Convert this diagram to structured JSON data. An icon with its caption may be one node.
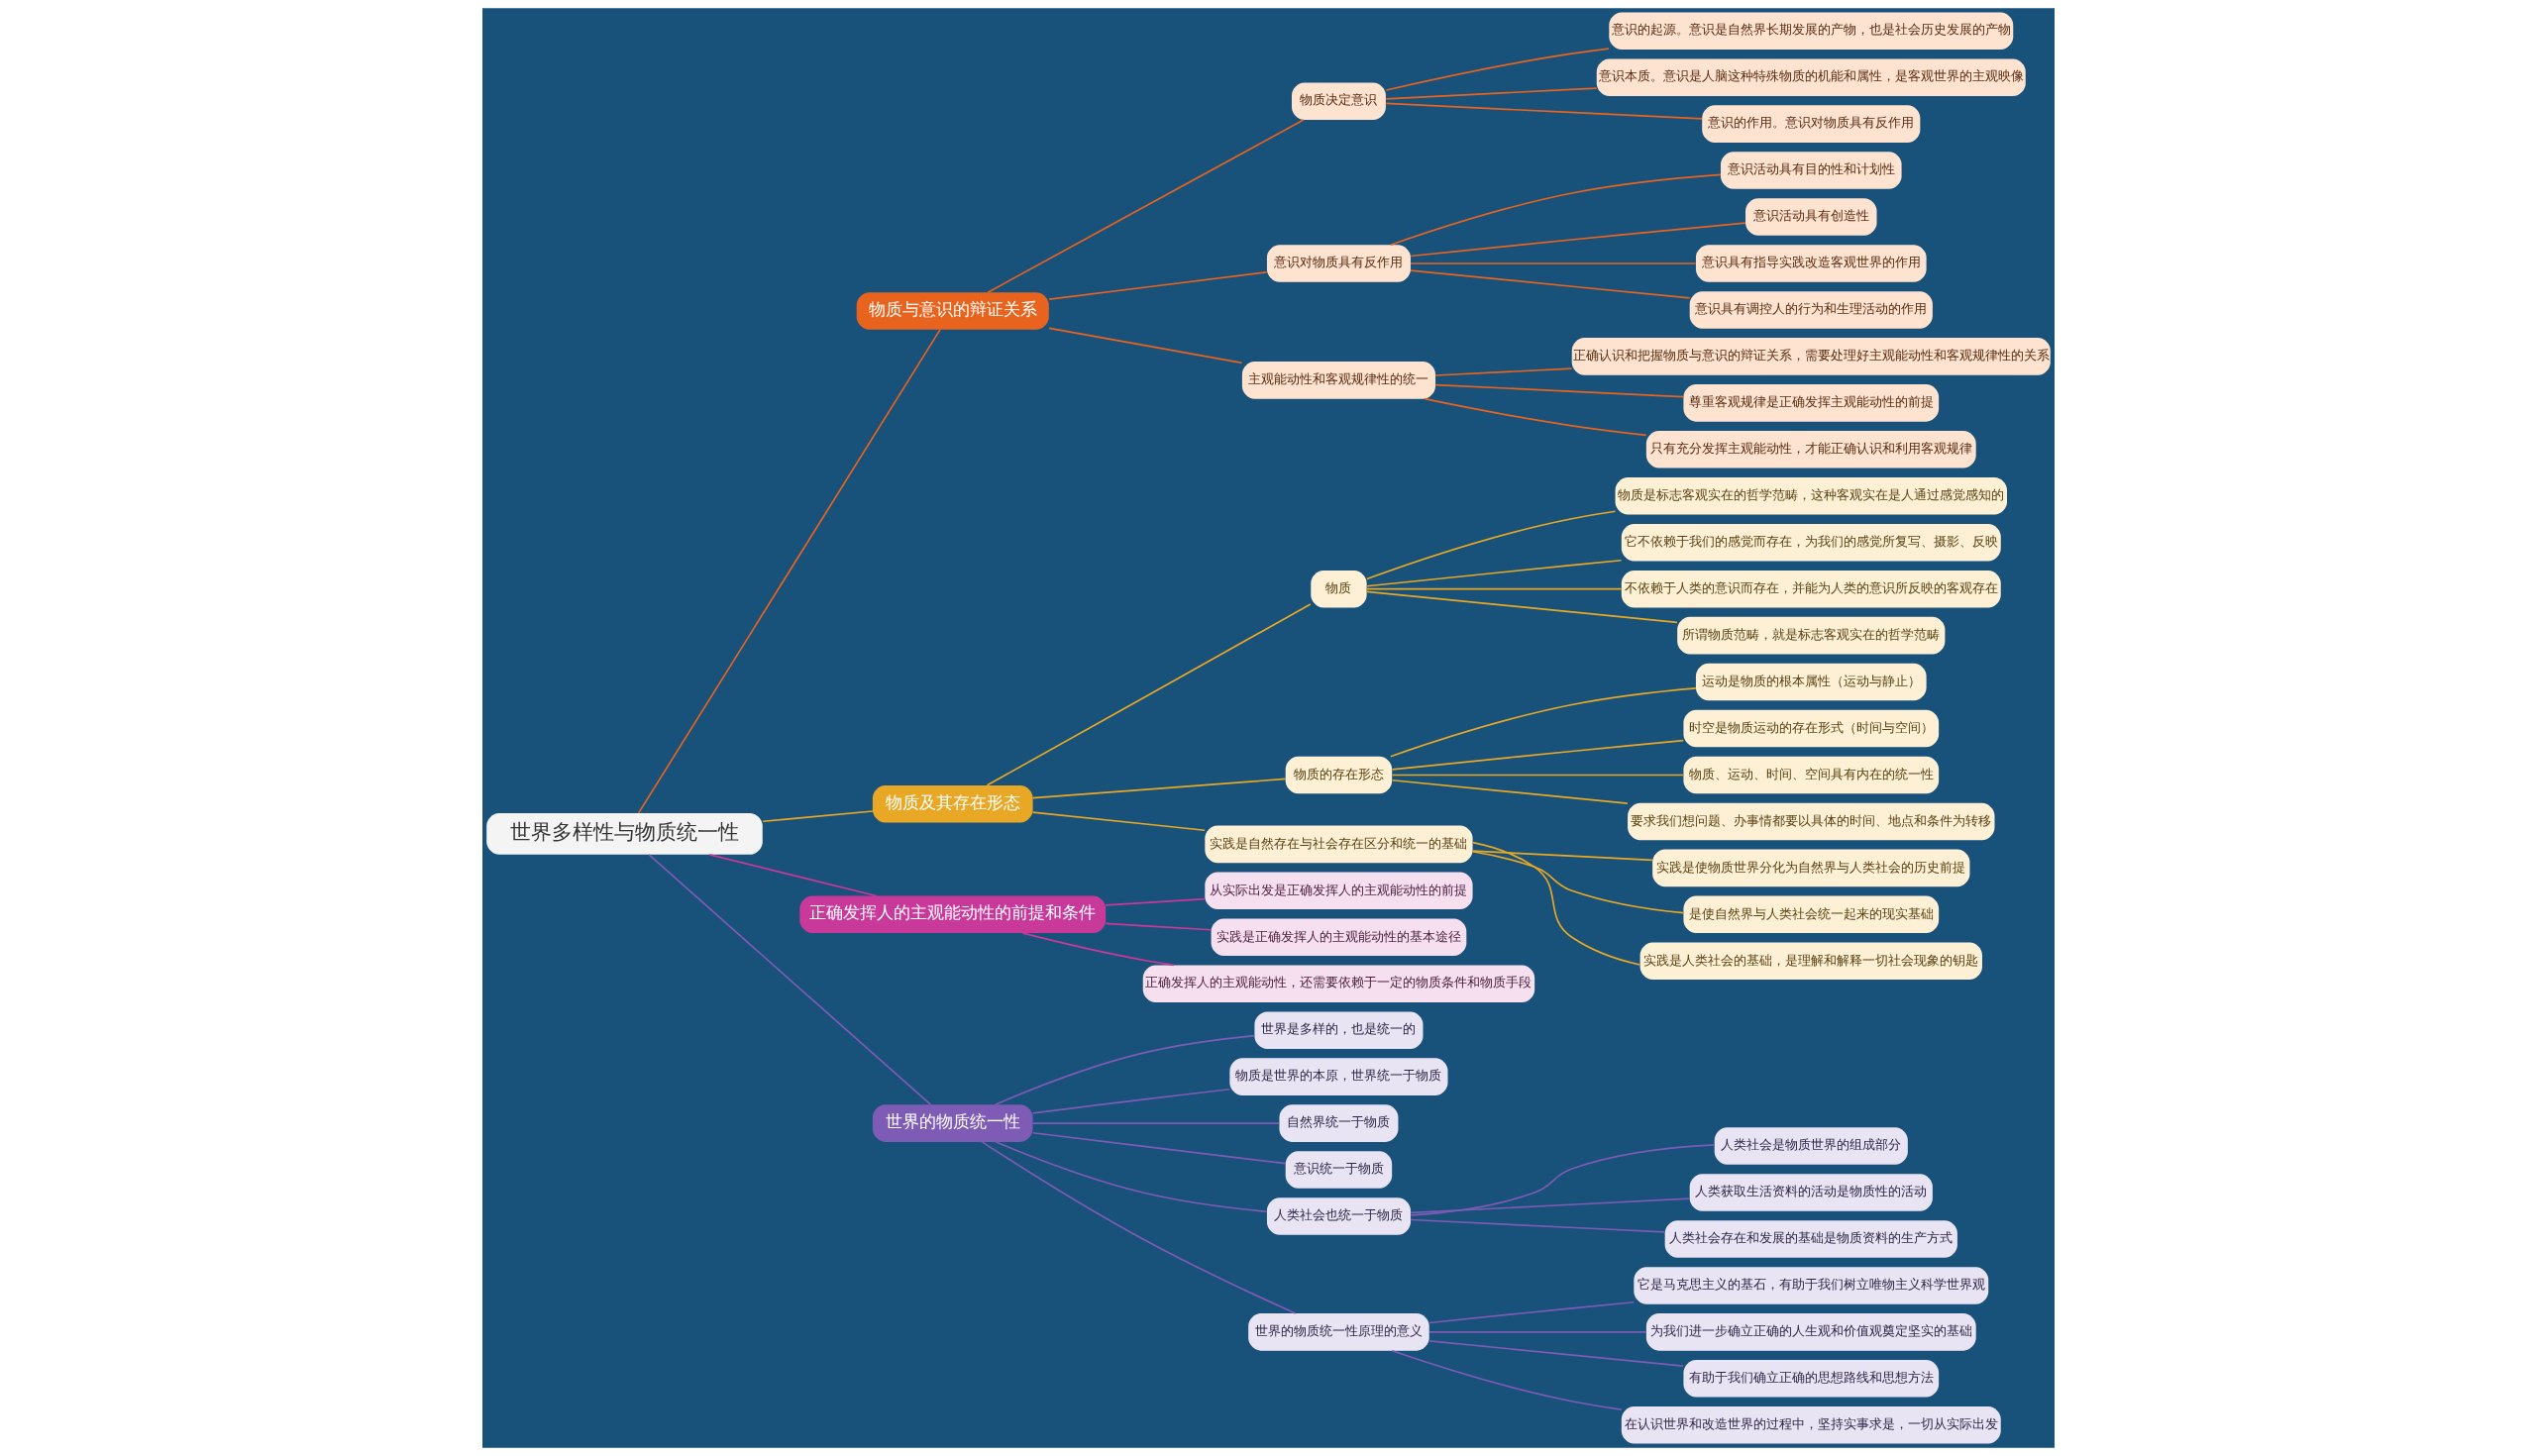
{
  "diagram": {
    "nodes": [
      {
        "text": [
          "世界多样性与物质统一性"
        ]
      },
      {
        "text": [
          "物质与意识的辩证关系"
        ]
      },
      {
        "text": [
          "物质决定意识"
        ]
      },
      {
        "text": [
          "意识的起源。意识是自然界长期发展的产物，也是社会历史发展的产物"
        ]
      },
      {
        "text": [
          "意识本质。意识是人脑这种特殊物质的机能和属性，是客观世界的主观映像"
        ]
      },
      {
        "text": [
          "意识的作用。意识对物质具有反作用"
        ]
      },
      {
        "text": [
          "意识对物质具有反作用"
        ]
      },
      {
        "text": [
          "意识活动具有目的性和计划性"
        ]
      },
      {
        "text": [
          "意识活动具有创造性"
        ]
      },
      {
        "text": [
          "意识具有指导实践改造客观世界的作用"
        ]
      },
      {
        "text": [
          "意识具有调控人的行为和生理活动的作用"
        ]
      },
      {
        "text": [
          "主观能动性和客观规律性的统一"
        ]
      },
      {
        "text": [
          "正确认识和把握物质与意识的辩证关系，需要处理好主观能动性和客观规律性的关系"
        ]
      },
      {
        "text": [
          "尊重客观规律是正确发挥主观能动性的前提"
        ]
      },
      {
        "text": [
          "只有充分发挥主观能动性，才能正确认识和利用客观规律"
        ]
      },
      {
        "text": [
          "物质及其存在形态"
        ]
      },
      {
        "text": [
          "物质"
        ]
      },
      {
        "text": [
          "物质是标志客观实在的哲学范畴，这种客观实在是人通过感觉感知的"
        ]
      },
      {
        "text": [
          "它不依赖于我们的感觉而存在，为我们的感觉所复写、摄影、反映"
        ]
      },
      {
        "text": [
          "不依赖于人类的意识而存在，并能为人类的意识所反映的客观存在"
        ]
      },
      {
        "text": [
          "所谓物质范畴，就是标志客观实在的哲学范畴"
        ]
      },
      {
        "text": [
          "物质的存在形态"
        ]
      },
      {
        "text": [
          "运动是物质的根本属性（运动与静止）"
        ]
      },
      {
        "text": [
          "时空是物质运动的存在形式（时间与空间）"
        ]
      },
      {
        "text": [
          "物质、运动、时间、空间具有内在的统一性"
        ]
      },
      {
        "text": [
          "要求我们想问题、办事情都要以具体的时间、地点和条件为转移"
        ]
      },
      {
        "text": [
          "实践是自然存在与社会存在区分和统一的基础"
        ]
      },
      {
        "text": [
          "实践是使物质世界分化为自然界与人类社会的历史前提"
        ]
      },
      {
        "text": [
          "是使自然界与人类社会统一起来的现实基础"
        ]
      },
      {
        "text": [
          "实践是人类社会的基础，是理解和解释一切社会现象的钥匙"
        ]
      },
      {
        "text": [
          "正确发挥人的主观能动性的前提和条件"
        ]
      },
      {
        "text": [
          "从实际出发是正确发挥人的主观能动性的前提"
        ]
      },
      {
        "text": [
          "实践是正确发挥人的主观能动性的基本途径"
        ]
      },
      {
        "text": [
          "正确发挥人的主观能动性，还需要依赖于一定的物质条件和物质手段"
        ]
      },
      {
        "text": [
          "世界的物质统一性"
        ]
      },
      {
        "text": [
          "世界是多样的，也是统一的"
        ]
      },
      {
        "text": [
          "物质是世界的本原，世界统一于物质"
        ]
      },
      {
        "text": [
          "自然界统一于物质"
        ]
      },
      {
        "text": [
          "意识统一于物质"
        ]
      },
      {
        "text": [
          "人类社会也统一于物质"
        ]
      },
      {
        "text": [
          "人类社会是物质世界的组成部分"
        ]
      },
      {
        "text": [
          "人类获取生活资料的活动是物质性的活动"
        ]
      },
      {
        "text": [
          "人类社会存在和发展的基础是物质资料的生产方式"
        ]
      },
      {
        "text": [
          "世界的物质统一性原理的意义"
        ]
      },
      {
        "text": [
          "它是马克思主义的基石，有助于我们树立唯物主义科学世界观"
        ]
      },
      {
        "text": [
          "为我们进一步确立正确的人生观和价值观奠定坚实的基础"
        ]
      },
      {
        "text": [
          "有助于我们确立正确的思想路线和思想方法"
        ]
      },
      {
        "text": [
          "在认识世界和改造世界的过程中，坚持实事求是，一切从实际出发"
        ]
      }
    ],
    "edges": [
      {
        "from": 0,
        "to": 1,
        "arrow": "none",
        "color": "#e8641e"
      },
      {
        "from": 1,
        "to": 2,
        "arrow": "none",
        "color": "#e8641e"
      },
      {
        "from": 2,
        "to": 3,
        "arrow": "none",
        "color": "#e8641e"
      },
      {
        "from": 2,
        "to": 4,
        "arrow": "none",
        "color": "#e8641e"
      },
      {
        "from": 2,
        "to": 5,
        "arrow": "none",
        "color": "#e8641e"
      },
      {
        "from": 1,
        "to": 6,
        "arrow": "none",
        "color": "#e8641e"
      },
      {
        "from": 6,
        "to": 7,
        "arrow": "none",
        "color": "#e8641e"
      },
      {
        "from": 6,
        "to": 8,
        "arrow": "none",
        "color": "#e8641e"
      },
      {
        "from": 6,
        "to": 9,
        "arrow": "none",
        "color": "#e8641e"
      },
      {
        "from": 6,
        "to": 10,
        "arrow": "none",
        "color": "#e8641e"
      },
      {
        "from": 1,
        "to": 11,
        "arrow": "none",
        "color": "#e8641e"
      },
      {
        "from": 11,
        "to": 12,
        "arrow": "none",
        "color": "#e8641e"
      },
      {
        "from": 11,
        "to": 13,
        "arrow": "none",
        "color": "#e8641e"
      },
      {
        "from": 11,
        "to": 14,
        "arrow": "none",
        "color": "#e8641e"
      },
      {
        "from": 0,
        "to": 15,
        "arrow": "none"
      },
      {
        "from": 15,
        "to": 16,
        "arrow": "none"
      },
      {
        "from": 16,
        "to": 17,
        "arrow": "none"
      },
      {
        "from": 16,
        "to": 18,
        "arrow": "none"
      },
      {
        "from": 16,
        "to": 19,
        "arrow": "none"
      },
      {
        "from": 16,
        "to": 20,
        "arrow": "none"
      },
      {
        "from": 15,
        "to": 21,
        "arrow": "none"
      },
      {
        "from": 21,
        "to": 22,
        "arrow": "none"
      },
      {
        "from": 21,
        "to": 23,
        "arrow": "none"
      },
      {
        "from": 21,
        "to": 24,
        "arrow": "none"
      },
      {
        "from": 21,
        "to": 25,
        "arrow": "none"
      },
      {
        "from": 15,
        "to": 26,
        "arrow": "none"
      },
      {
        "from": 26,
        "to": 27,
        "arrow": "none"
      },
      {
        "from": 26,
        "to": 28,
        "arrow": "none"
      },
      {
        "from": 26,
        "to": 29,
        "arrow": "none"
      },
      {
        "from": 0,
        "to": 30,
        "arrow": "none",
        "color": "#c9399a"
      },
      {
        "from": 30,
        "to": 31,
        "arrow": "none",
        "color": "#c9399a"
      },
      {
        "from": 30,
        "to": 32,
        "arrow": "none",
        "color": "#c9399a"
      },
      {
        "from": 30,
        "to": 33,
        "arrow": "none",
        "color": "#c9399a"
      },
      {
        "from": 0,
        "to": 34,
        "arrow": "none",
        "color": "#7e5bb5"
      },
      {
        "from": 34,
        "to": 35,
        "arrow": "none",
        "color": "#7e5bb5"
      },
      {
        "from": 34,
        "to": 36,
        "arrow": "none",
        "color": "#7e5bb5"
      },
      {
        "from": 34,
        "to": 37,
        "arrow": "none",
        "color": "#7e5bb5"
      },
      {
        "from": 34,
        "to": 38,
        "arrow": "none",
        "color": "#7e5bb5"
      },
      {
        "from": 34,
        "to": 39,
        "arrow": "none",
        "color": "#7e5bb5"
      },
      {
        "from": 39,
        "to": 40,
        "arrow": "none",
        "color": "#7e5bb5"
      },
      {
        "from": 39,
        "to": 41,
        "arrow": "none",
        "color": "#7e5bb5"
      },
      {
        "from": 39,
        "to": 42,
        "arrow": "none",
        "color": "#7e5bb5"
      },
      {
        "from": 34,
        "to": 43,
        "arrow": "none",
        "color": "#7e5bb5"
      },
      {
        "from": 43,
        "to": 44,
        "arrow": "none",
        "color": "#7e5bb5"
      },
      {
        "from": 43,
        "to": 45,
        "arrow": "none",
        "color": "#7e5bb5"
      },
      {
        "from": 43,
        "to": 46,
        "arrow": "none",
        "color": "#7e5bb5"
      },
      {
        "from": 43,
        "to": 47,
        "arrow": "none",
        "color": "#7e5bb5"
      }
    ]
  }
}
